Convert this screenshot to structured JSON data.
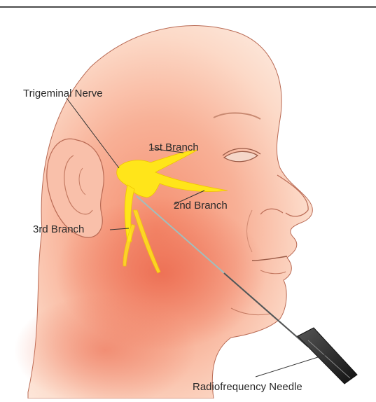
{
  "labels": {
    "trigeminal": "Trigeminal Nerve",
    "first_branch": "1st Branch",
    "second_branch": "2nd Branch",
    "third_branch": "3rd Branch",
    "needle": "Radiofrequency Needle"
  },
  "colors": {
    "skin_light": "#fde4d6",
    "skin_mid": "#f7a98c",
    "skin_dark": "#ea6f53",
    "outline": "#b96a54",
    "nerve": "#ffe51a",
    "needle": "#3a3a3a",
    "text": "#2a2a2a",
    "rule": "#111111"
  }
}
